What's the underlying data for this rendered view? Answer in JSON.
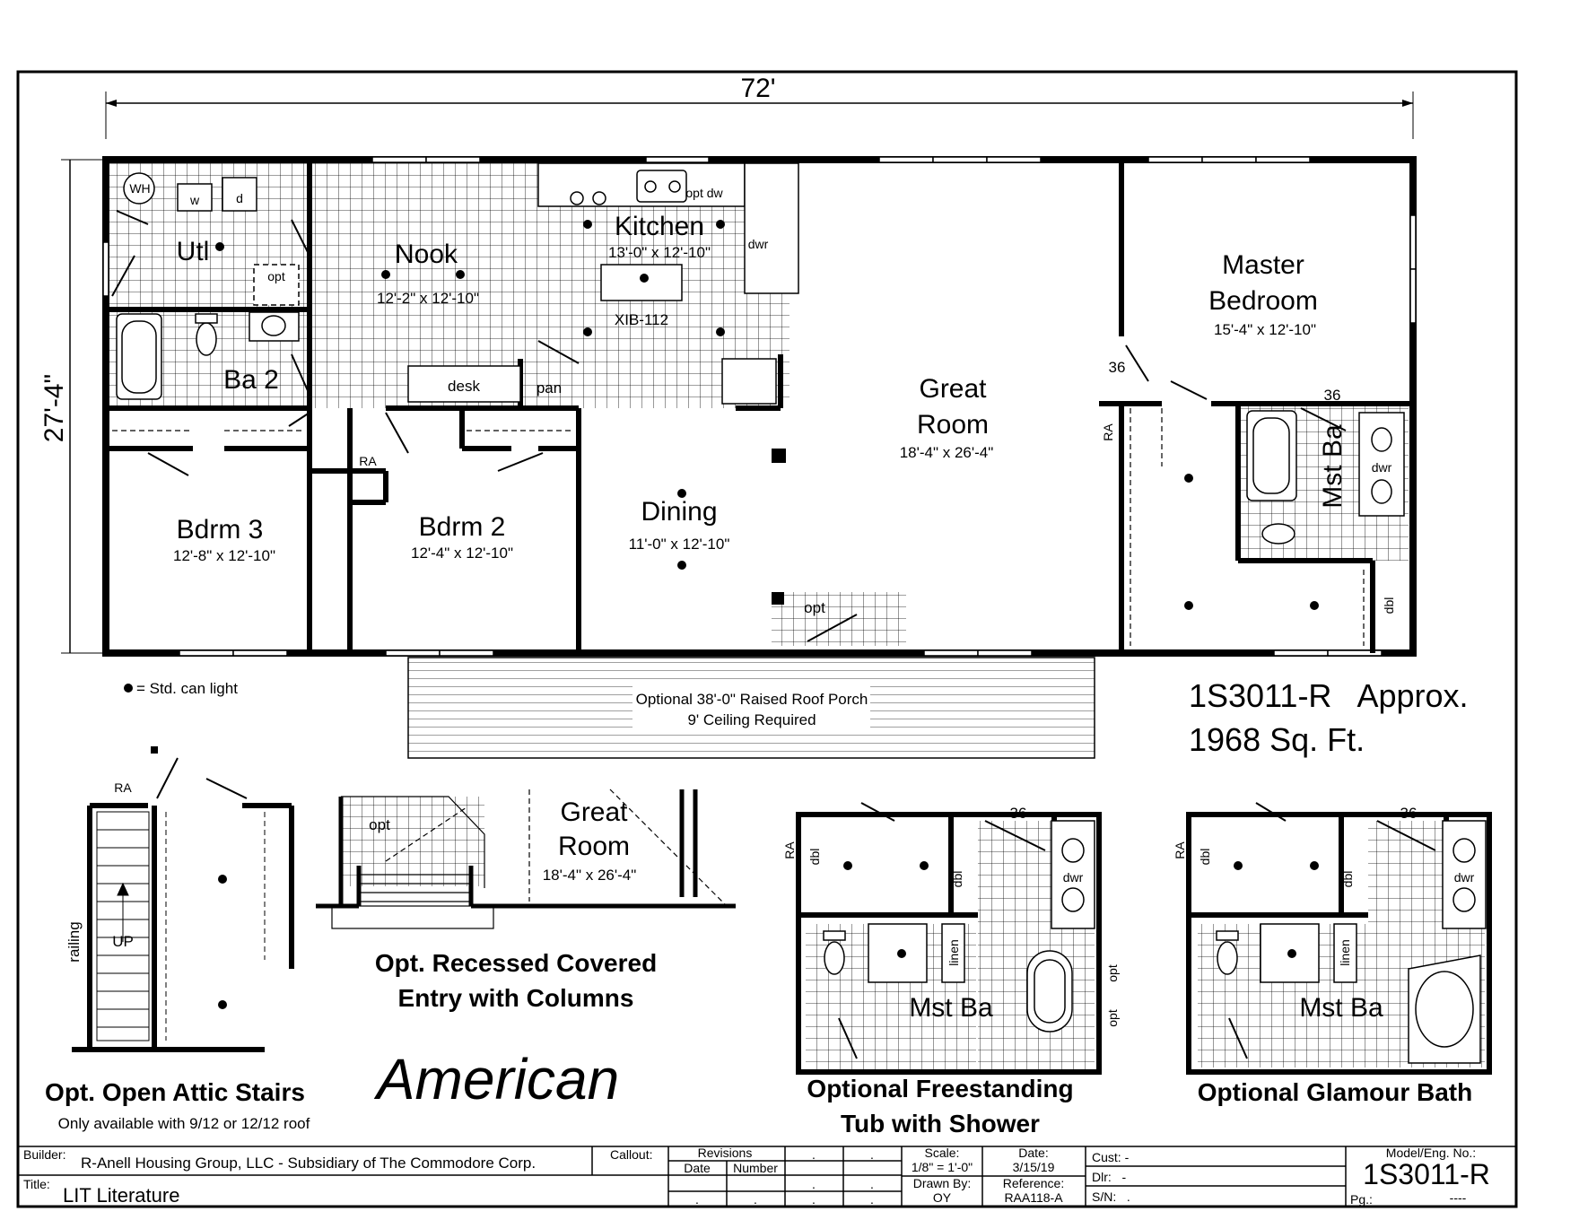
{
  "overall": {
    "width_dim": "72'",
    "depth_dim": "27'-4\""
  },
  "rooms": {
    "utl": "Utl",
    "nook": {
      "name": "Nook",
      "size": "12'-2\" x 12'-10\""
    },
    "kitchen": {
      "name": "Kitchen",
      "size": "13'-0\" x 12'-10\""
    },
    "island": "XIB-112",
    "great": {
      "name1": "Great",
      "name2": "Room",
      "size": "18'-4\" x 26'-4\""
    },
    "master": {
      "name1": "Master",
      "name2": "Bedroom",
      "size": "15'-4\" x 12'-10\""
    },
    "ba2": "Ba 2",
    "bdrm3": {
      "name": "Bdrm 3",
      "size": "12'-8\" x 12'-10\""
    },
    "bdrm2": {
      "name": "Bdrm 2",
      "size": "12'-4\" x 12'-10\""
    },
    "dining": {
      "name": "Dining",
      "size": "11'-0\" x 12'-10\""
    },
    "mstba": "Mst Ba"
  },
  "fixtures": {
    "wh": "WH",
    "w": "w",
    "d": "d",
    "opt": "opt",
    "dwr": "dwr",
    "optdw": "opt dw",
    "desk": "desk",
    "pan": "pan",
    "ra": "RA",
    "dbl": "dbl",
    "d36": "36",
    "linen": "linen",
    "railing": "railing",
    "up": "UP"
  },
  "legend": "= Std. can light",
  "porch": {
    "line1": "Optional 38'-0\" Raised Roof Porch",
    "line2": "9' Ceiling Required"
  },
  "model": {
    "line1": "1S3011-R   Approx.",
    "line2": "1968 Sq. Ft."
  },
  "insets": {
    "attic_title": "Opt. Open Attic Stairs",
    "attic_note": "Only available with 9/12 or 12/12 roof",
    "entry_title1": "Opt. Recessed Covered",
    "entry_title2": "Entry with Columns",
    "brand": "American",
    "free_title1": "Optional Freestanding",
    "free_title2": "Tub with Shower",
    "glam_title": "Optional Glamour Bath"
  },
  "titleblock": {
    "builder_label": "Builder:",
    "builder": "R-Anell Housing Group, LLC - Subsidiary of The Commodore Corp.",
    "title_label": "Title:",
    "title": "LIT Literature",
    "callout_label": "Callout:",
    "revisions": "Revisions",
    "date_col": "Date",
    "number_col": "Number",
    "dot": ".",
    "scale_label": "Scale:",
    "scale": "1/8\" = 1'-0\"",
    "date_label": "Date:",
    "date": "3/15/19",
    "drawn_label": "Drawn By:",
    "drawn": "OY",
    "ref_label": "Reference:",
    "ref": "RAA118-A",
    "cust": "Cust: -",
    "dlr": "Dlr:   -",
    "sn": "S/N:   .",
    "model_label": "Model/Eng. No.:",
    "model": "1S3011-R",
    "pg": "Pg.:",
    "pg_val": "----"
  }
}
